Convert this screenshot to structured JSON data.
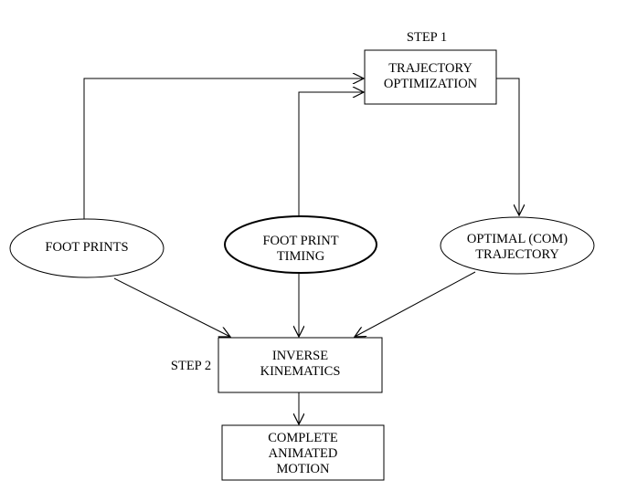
{
  "step1_label": "STEP 1",
  "step2_label": "STEP 2",
  "nodes": {
    "trajectory_optimization": {
      "lines": [
        "TRAJECTORY",
        "OPTIMIZATION"
      ]
    },
    "foot_prints": {
      "lines": [
        "FOOT PRINTS"
      ]
    },
    "foot_print_timing": {
      "lines": [
        "FOOT PRINT",
        "TIMING"
      ]
    },
    "optimal_com_trajectory": {
      "lines": [
        "OPTIMAL (COM)",
        "TRAJECTORY"
      ]
    },
    "inverse_kinematics": {
      "lines": [
        "INVERSE",
        "KINEMATICS"
      ]
    },
    "complete_animated_motion": {
      "lines": [
        "COMPLETE",
        "ANIMATED",
        "MOTION"
      ]
    }
  },
  "colors": {
    "stroke": "#000000",
    "background": "#ffffff"
  }
}
